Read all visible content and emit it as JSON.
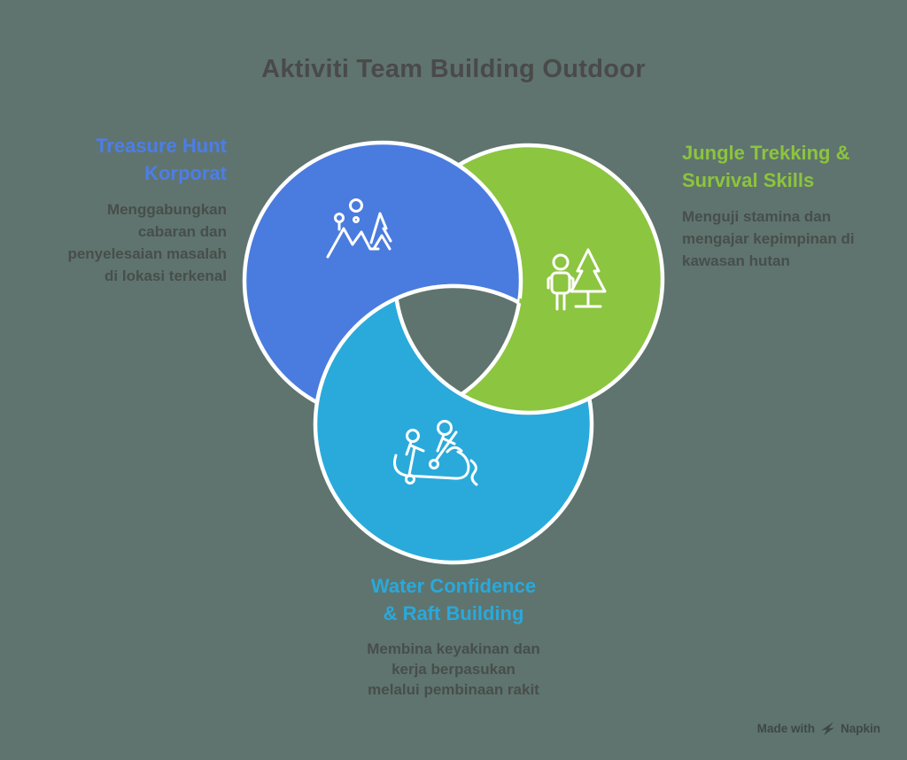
{
  "title": "Aktiviti Team Building Outdoor",
  "colors": {
    "background": "#5F746E",
    "white": "#FFFFFF",
    "blue": "#4A7CDF",
    "green": "#8CC540",
    "cyan": "#29AADB",
    "blue_text": "#4C7EE8",
    "green_text": "#8CC43E",
    "cyan_text": "#29A9DC",
    "title_text": "#4A4A4A",
    "body_text": "#474E4B",
    "watermark_text": "#3D4845"
  },
  "items": [
    {
      "id": "treasure-hunt",
      "heading_lines": [
        "Treasure Hunt",
        "Korporat"
      ],
      "desc_lines": [
        "Menggabungkan",
        "cabaran dan",
        "penyelesaian masalah",
        "di lokasi terkenal"
      ],
      "icon": "map-pins-mountains-icon",
      "circle_color": "#4A7CDF"
    },
    {
      "id": "jungle-trekking",
      "heading_lines": [
        "Jungle Trekking &",
        "Survival Skills"
      ],
      "desc_lines": [
        "Menguji stamina dan",
        "mengajar kepimpinan di",
        "kawasan hutan"
      ],
      "icon": "hiker-pine-tree-icon",
      "circle_color": "#8CC540"
    },
    {
      "id": "water-confidence",
      "heading_lines": [
        "Water Confidence",
        "& Raft Building"
      ],
      "desc_lines": [
        "Membina keyakinan dan",
        "kerja berpasukan",
        "melalui pembinaan rakit"
      ],
      "icon": "raft-rowers-icon",
      "circle_color": "#29AADB"
    }
  ],
  "watermark": {
    "prefix": "Made with",
    "brand": "Napkin"
  }
}
